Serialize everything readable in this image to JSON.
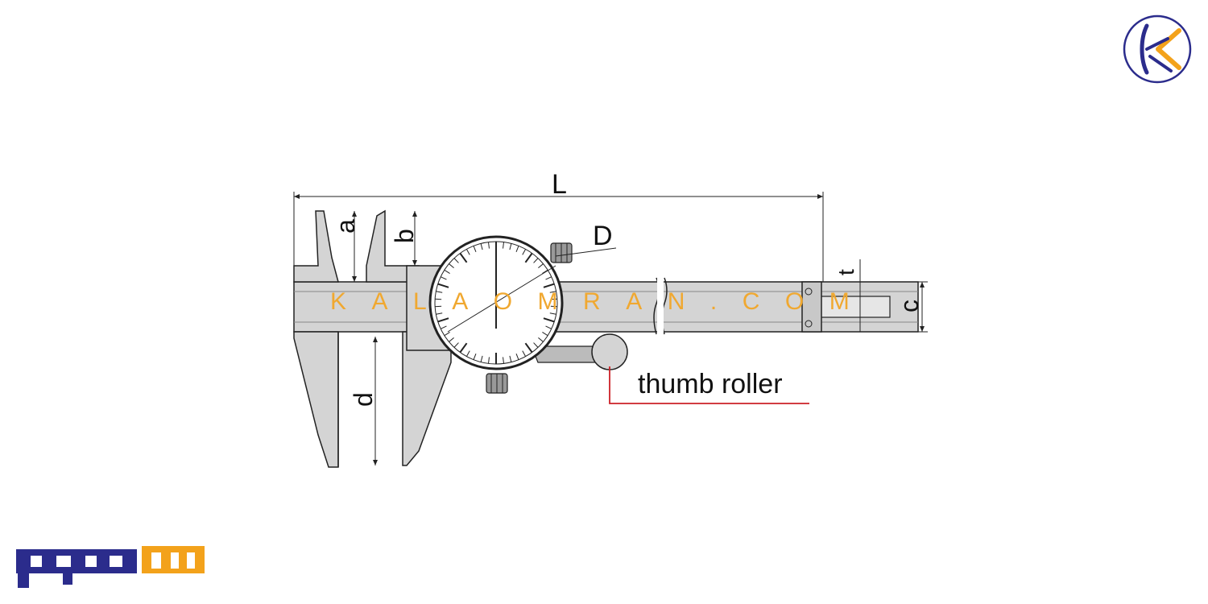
{
  "labels": {
    "L": "L",
    "D": "D",
    "a": "a",
    "b": "b",
    "c": "c",
    "d": "d",
    "t": "t",
    "thumb_roller": "thumb roller"
  },
  "watermark": "KALAOMRAN.COM",
  "brand": {
    "name": "کالاعمران",
    "icon": "k-circle-logo-icon"
  },
  "colors": {
    "accent_orange": "#f3a21b",
    "brand_navy": "#2b2c8c",
    "leader_red": "#cc2027",
    "body_gray": "#d4d4d4"
  }
}
